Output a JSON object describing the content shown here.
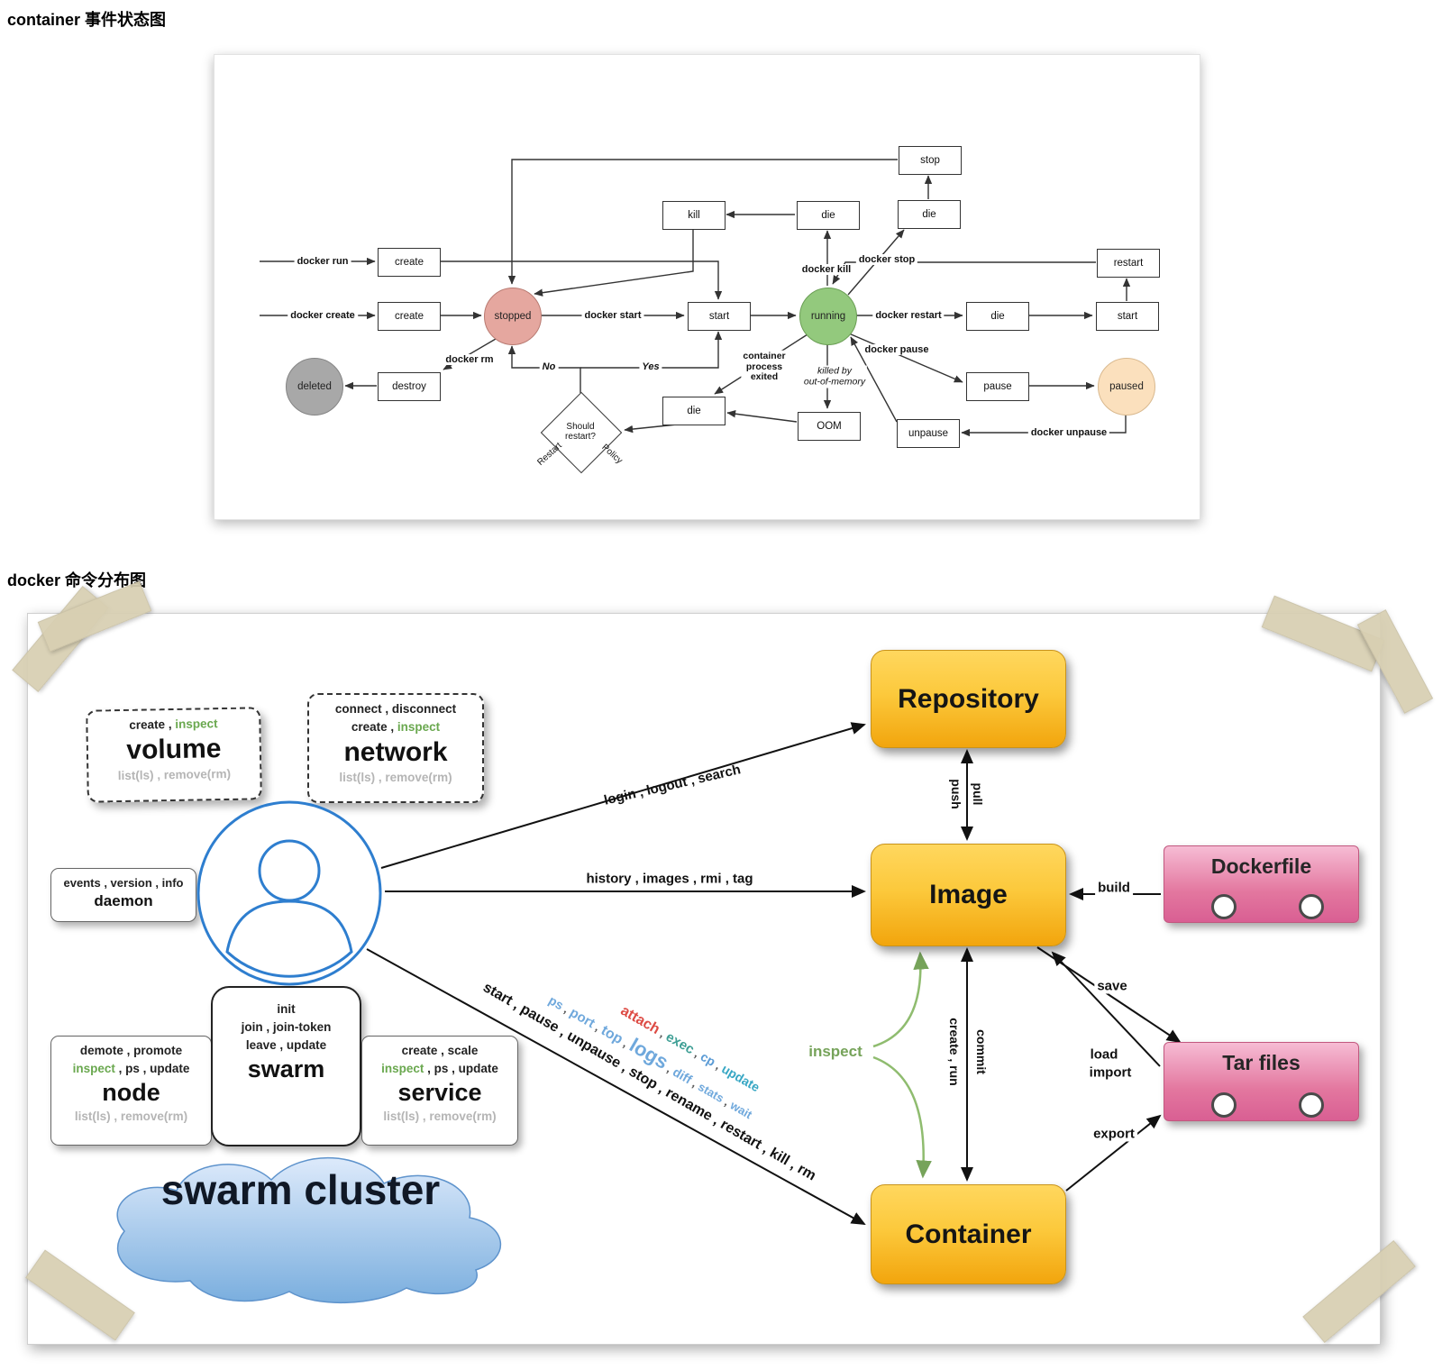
{
  "page": {
    "title1": "container 事件状态图",
    "title2": "docker 命令分布图"
  },
  "colors": {
    "stopped": "#e5a79f",
    "running": "#93c97d",
    "deleted": "#a8a8a8",
    "paused": "#fbe0bd",
    "green_cmd": "#6aa84f",
    "blue_cmd": "#6fa8dc",
    "red_cmd": "#dd4b44",
    "orange_node": "#f2a50d",
    "pink_node": "#d95f93",
    "user_blue": "#2e7ecf"
  },
  "state": {
    "boxes": {
      "stop": "stop",
      "kill": "kill",
      "die1": "die",
      "die2": "die",
      "die3": "die",
      "die4": "die",
      "create1": "create",
      "create2": "create",
      "start1": "start",
      "start2": "start",
      "restart": "restart",
      "destroy": "destroy",
      "pause": "pause",
      "oom": "OOM",
      "unpause": "unpause"
    },
    "circles": {
      "stopped": "stopped",
      "running": "running",
      "deleted": "deleted",
      "paused": "paused"
    },
    "diamond": {
      "l1": "Should",
      "l2": "restart?"
    },
    "labels": {
      "run": "docker run",
      "create": "docker create",
      "start": "docker start",
      "kill": "docker kill",
      "stop": "docker stop",
      "restart": "docker restart",
      "pause": "docker pause",
      "rm": "docker rm",
      "unpause": "docker unpause",
      "no": "No",
      "yes": "Yes",
      "exited1": "container",
      "exited2": "process",
      "exited3": "exited",
      "killed1": "killed by",
      "killed2": "out-of-memory",
      "policy1": "Restart",
      "policy2": "Policy"
    }
  },
  "map": {
    "sep": " , ",
    "volume": {
      "a": "create",
      "b": "inspect",
      "name": "volume",
      "bottom": "list(ls) , remove(rm)"
    },
    "network": {
      "r1": "connect , disconnect",
      "a": "create",
      "b": "inspect",
      "name": "network",
      "bottom": "list(ls) , remove(rm)"
    },
    "daemon": {
      "r1": "events , version , info",
      "name": "daemon"
    },
    "node": {
      "r1": "demote , promote",
      "a": "inspect",
      "b": " , ps , update",
      "name": "node",
      "bottom": "list(ls) , remove(rm)"
    },
    "swarm": {
      "r1": "init",
      "r2": "join , join-token",
      "r3": "leave , update",
      "name": "swarm"
    },
    "service": {
      "r1": "create , scale",
      "a": "inspect",
      "b": " , ps , update",
      "name": "service",
      "bottom": "list(ls) , remove(rm)"
    },
    "cloud": "swarm cluster",
    "nodes": {
      "repository": "Repository",
      "image": "Image",
      "container": "Container",
      "dockerfile": "Dockerfile",
      "tar": "Tar files"
    },
    "edges": {
      "login": "login , logout , search",
      "history": "history , images , rmi , tag",
      "push": "push",
      "pull": "pull",
      "createrun": "create , run",
      "commit": "commit",
      "inspect": "inspect",
      "build": "build",
      "save": "save",
      "load": "load",
      "import": "import",
      "export": "export",
      "mgmt": "start , pause , unpause , stop , rename , restart , kill , rm",
      "ps": [
        "ps",
        "port",
        "top",
        "logs",
        "diff",
        "stats",
        "wait"
      ],
      "attach": [
        "attach",
        "exec",
        "cp",
        "update"
      ],
      "comma": " , "
    }
  }
}
